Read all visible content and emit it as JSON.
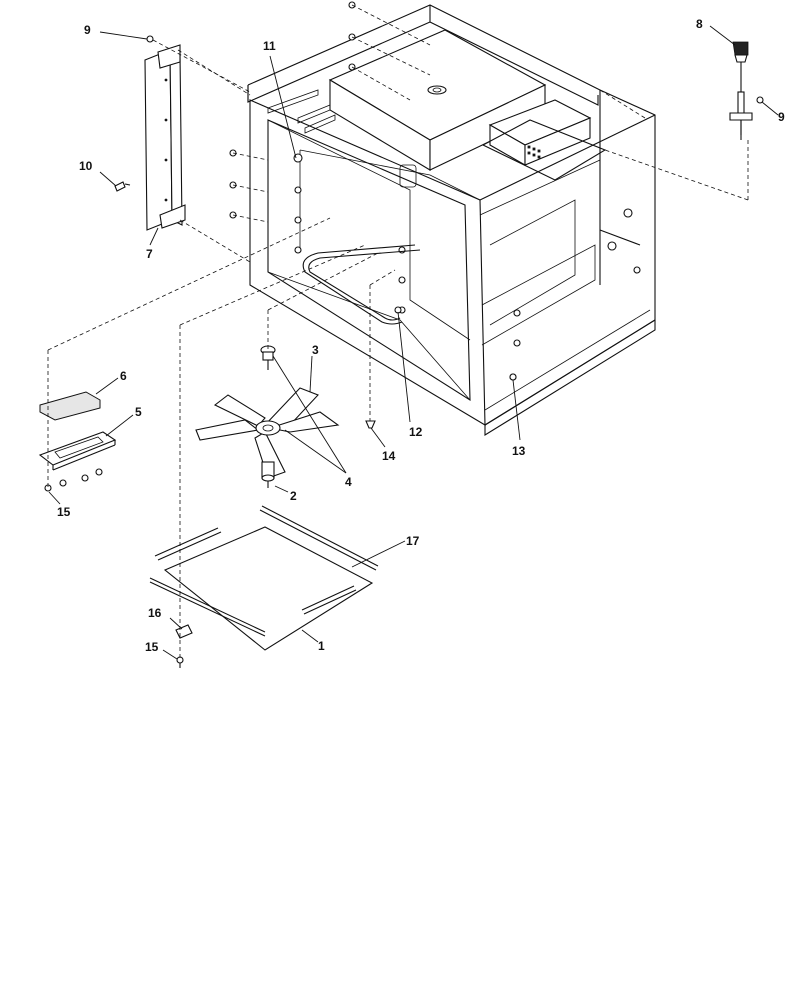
{
  "callouts": [
    {
      "id": "c9a",
      "text": "9"
    },
    {
      "id": "c11",
      "text": "11"
    },
    {
      "id": "c8",
      "text": "8"
    },
    {
      "id": "c9b",
      "text": "9"
    },
    {
      "id": "c10",
      "text": "10"
    },
    {
      "id": "c7",
      "text": "7"
    },
    {
      "id": "c6",
      "text": "6"
    },
    {
      "id": "c5",
      "text": "5"
    },
    {
      "id": "c3",
      "text": "3"
    },
    {
      "id": "c12",
      "text": "12"
    },
    {
      "id": "c14",
      "text": "14"
    },
    {
      "id": "c13",
      "text": "13"
    },
    {
      "id": "c4",
      "text": "4"
    },
    {
      "id": "c2",
      "text": "2"
    },
    {
      "id": "c15a",
      "text": "15"
    },
    {
      "id": "c17",
      "text": "17"
    },
    {
      "id": "c16",
      "text": "16"
    },
    {
      "id": "c15b",
      "text": "15"
    },
    {
      "id": "c1",
      "text": "1"
    }
  ]
}
